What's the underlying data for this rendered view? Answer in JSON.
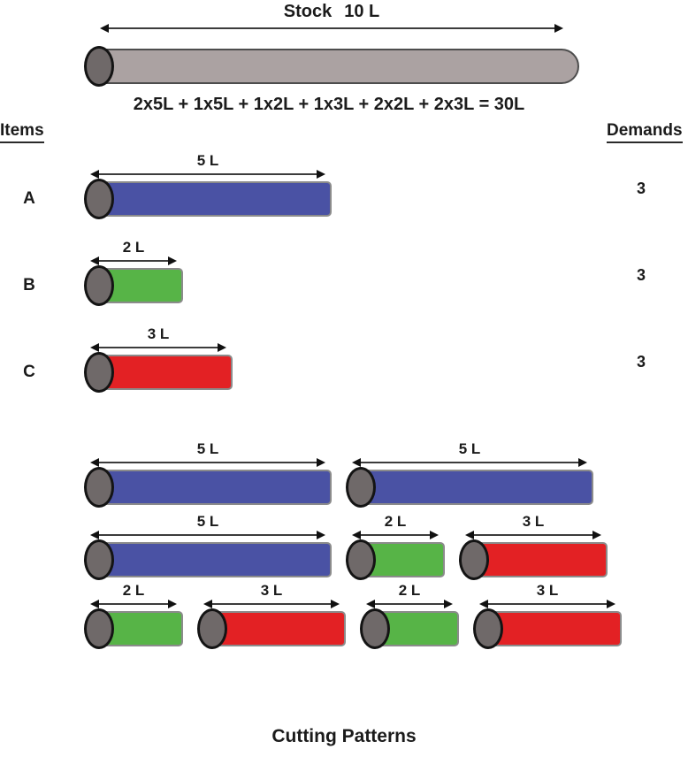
{
  "colors": {
    "blue": "#4a52a4",
    "green": "#57b447",
    "red": "#e32124",
    "stock_gray": "#aba2a2",
    "cap_gray": "#6f6969"
  },
  "stock": {
    "label": "Stock",
    "size_label": "10 L",
    "length": 10,
    "color_key": "stock_gray",
    "formula": "2x5L + 1x5L + 1x2L + 1x3L + 2x2L + 2x3L = 30L"
  },
  "columns": {
    "items_header": "Items",
    "demands_header": "Demands"
  },
  "items": [
    {
      "id": "A",
      "dim_label": "5 L",
      "length": 5,
      "color_key": "blue",
      "demand": "3"
    },
    {
      "id": "B",
      "dim_label": "2 L",
      "length": 2,
      "color_key": "green",
      "demand": "3"
    },
    {
      "id": "C",
      "dim_label": "3 L",
      "length": 3,
      "color_key": "red",
      "demand": "3"
    }
  ],
  "patterns": [
    {
      "pieces": [
        {
          "dim_label": "5 L",
          "length": 5,
          "color_key": "blue"
        },
        {
          "dim_label": "5 L",
          "length": 5,
          "color_key": "blue"
        }
      ]
    },
    {
      "pieces": [
        {
          "dim_label": "5 L",
          "length": 5,
          "color_key": "blue"
        },
        {
          "dim_label": "2 L",
          "length": 2,
          "color_key": "green"
        },
        {
          "dim_label": "3 L",
          "length": 3,
          "color_key": "red"
        }
      ]
    },
    {
      "pieces": [
        {
          "dim_label": "2 L",
          "length": 2,
          "color_key": "green"
        },
        {
          "dim_label": "3 L",
          "length": 3,
          "color_key": "red"
        },
        {
          "dim_label": "2 L",
          "length": 2,
          "color_key": "green"
        },
        {
          "dim_label": "3 L",
          "length": 3,
          "color_key": "red"
        }
      ]
    }
  ],
  "caption": "Cutting Patterns"
}
